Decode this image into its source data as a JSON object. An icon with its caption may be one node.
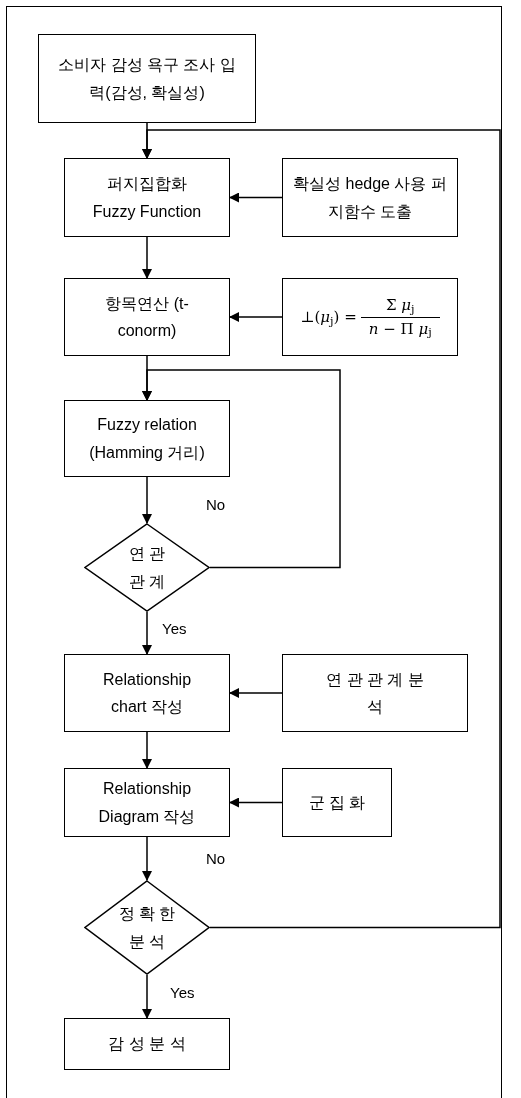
{
  "diagram": {
    "nodes": [
      {
        "text": [
          "소비자 감성 욕구 조사 입력(감성, 확실성)"
        ]
      },
      {
        "text": [
          "퍼지집합화 Fuzzy Function"
        ]
      },
      {
        "text": [
          "확실성 hedge 사용 퍼지함수 도출"
        ]
      },
      {
        "text": [
          "항목연산 (t-conorm)"
        ]
      },
      {
        "text": [
          "⊥(*μ*$_{j}$) =",
          "Σ *μ*$_{j}$",
          "*n* − Π *μ*$_{j}$"
        ]
      },
      {
        "text": [
          "Fuzzy relation (Hamming 거리)"
        ]
      },
      {
        "text": [
          "연 관 관 계"
        ]
      },
      {
        "text": [
          "Relationship chart 작성"
        ]
      },
      {
        "text": [
          "연 관 관 계 분 석"
        ]
      },
      {
        "text": [
          "Relationship Diagram 작성"
        ]
      },
      {
        "text": [
          "군 집 화"
        ]
      },
      {
        "text": [
          "정 확 한 분 석"
        ]
      },
      {
        "text": [
          "감 성 분 석"
        ]
      }
    ],
    "edges": [
      {
        "from": 0,
        "to": 1,
        "arrow": "to"
      },
      {
        "from": 2,
        "to": 1,
        "arrow": "to"
      },
      {
        "from": 1,
        "to": 3,
        "arrow": "to"
      },
      {
        "from": 4,
        "to": 3,
        "arrow": "to"
      },
      {
        "from": 3,
        "to": 5,
        "arrow": "to"
      },
      {
        "from": 5,
        "to": 6,
        "arrow": "to"
      },
      {
        "from": 6,
        "to": 5,
        "arrow": "to",
        "label": "No"
      },
      {
        "from": 6,
        "to": 7,
        "arrow": "to",
        "label": "Yes"
      },
      {
        "from": 8,
        "to": 7,
        "arrow": "to"
      },
      {
        "from": 7,
        "to": 9,
        "arrow": "to"
      },
      {
        "from": 10,
        "to": 9,
        "arrow": "to"
      },
      {
        "from": 9,
        "to": 11,
        "arrow": "to"
      },
      {
        "from": 11,
        "to": 1,
        "arrow": "to",
        "label": "No"
      },
      {
        "from": 11,
        "to": 12,
        "arrow": "to",
        "label": "Yes"
      }
    ]
  }
}
